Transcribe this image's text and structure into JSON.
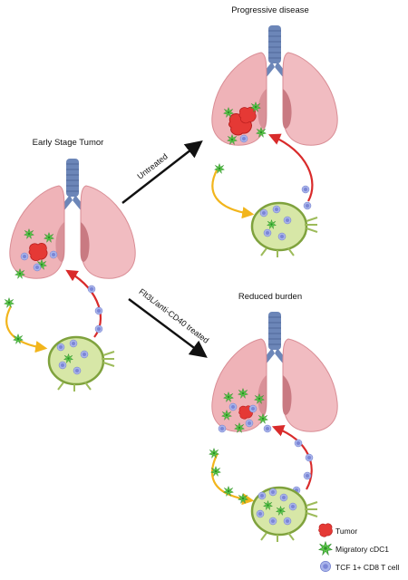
{
  "panels": {
    "early": {
      "title": "Early Stage Tumor"
    },
    "progressive": {
      "title": "Progressive disease"
    },
    "reduced": {
      "title": "Reduced burden"
    }
  },
  "arrows": {
    "untreated": "Untreated",
    "treated": "Flt3L/anti-CD40 treated"
  },
  "legend": {
    "tumor": "Tumor",
    "cdc1": "Migratory cDC1",
    "tcell": "TCF 1+ CD8 T cell"
  },
  "colors": {
    "lung": "#efb3b8",
    "lung_dark": "#d98d95",
    "trachea": "#6c86b8",
    "tumor": "#e53935",
    "cdc1": "#5cc94a",
    "tcell": "#a9b4ea",
    "node": "#d7e7a7",
    "arrow_red": "#d92b2b",
    "arrow_yellow": "#f2b51c"
  }
}
